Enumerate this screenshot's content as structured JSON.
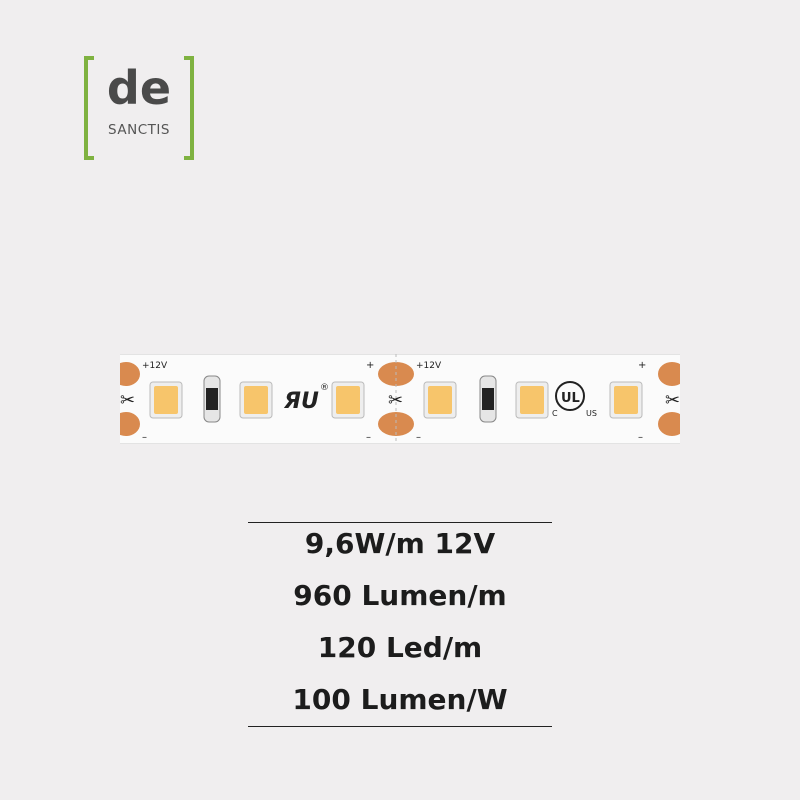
{
  "logo": {
    "mark": "de",
    "name": "SANCTIS",
    "bracket_color": "#7fb241"
  },
  "strip": {
    "voltage_label": "+12V",
    "led_color": "#f7c56b",
    "pad_color": "#d98a4f",
    "cert_marks": [
      "UR",
      "UL"
    ]
  },
  "specs": {
    "power": "9,6W/m 12V",
    "lumen_per_m": "960 Lumen/m",
    "led_per_m": "120 Led/m",
    "efficacy": "100 Lumen/W"
  }
}
